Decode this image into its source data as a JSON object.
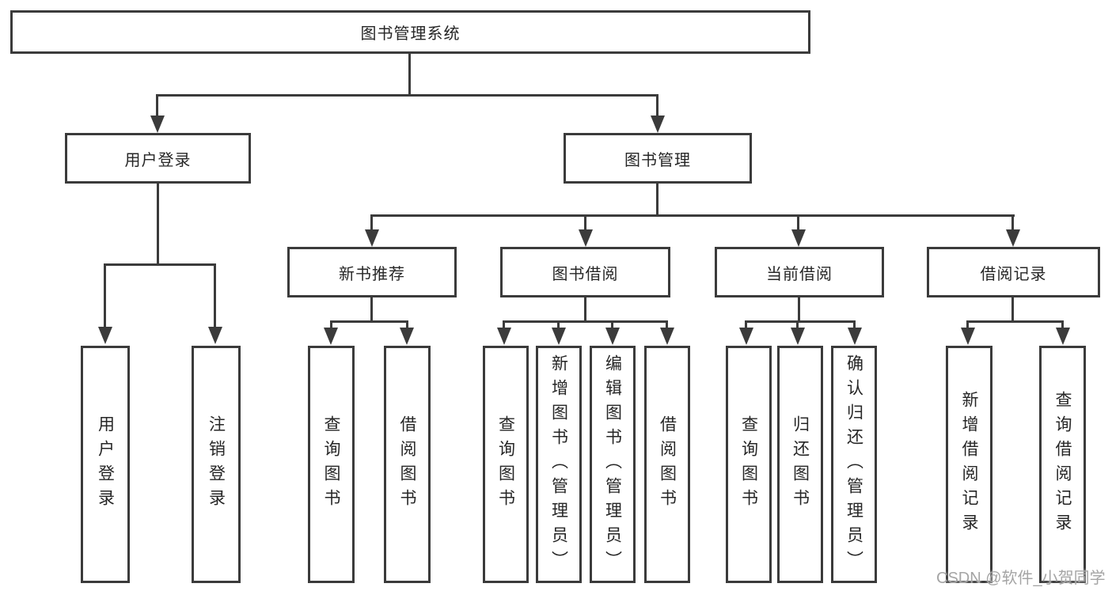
{
  "tree": {
    "label": "图书管理系统",
    "children": [
      {
        "label": "用户登录",
        "children": [
          {
            "label": "用户登录"
          },
          {
            "label": "注销登录"
          }
        ]
      },
      {
        "label": "图书管理",
        "children": [
          {
            "label": "新书推荐",
            "children": [
              {
                "label": "查询图书"
              },
              {
                "label": "借阅图书"
              }
            ]
          },
          {
            "label": "图书借阅",
            "children": [
              {
                "label": "查询图书"
              },
              {
                "label": "新增图书（管理员）"
              },
              {
                "label": "编辑图书（管理员）"
              },
              {
                "label": "借阅图书"
              }
            ]
          },
          {
            "label": "当前借阅",
            "children": [
              {
                "label": "查询图书"
              },
              {
                "label": "归还图书"
              },
              {
                "label": "确认归还（管理员）"
              }
            ]
          },
          {
            "label": "借阅记录",
            "children": [
              {
                "label": "新增借阅记录"
              },
              {
                "label": "查询借阅记录"
              }
            ]
          }
        ]
      }
    ]
  },
  "watermark": {
    "text": "CSDN @软件_小贺同学"
  },
  "colors": {
    "line": "#3b3b3b",
    "text": "#262626",
    "background": "#ffffff",
    "watermark": "#a5a5a5"
  }
}
